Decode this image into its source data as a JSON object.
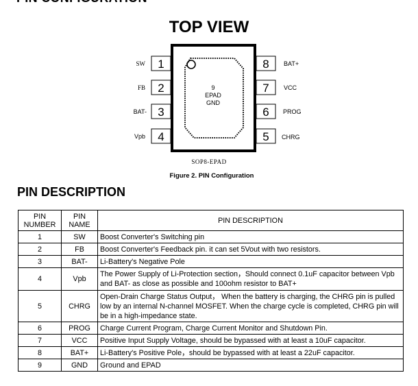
{
  "header": {
    "cut_heading": "PIN CONFIGURATION",
    "top_view": "TOP VIEW",
    "package_label": "SOP8-EPAD",
    "figure_caption": "Figure 2.  PIN Configuration",
    "pin_desc_heading": "PIN DESCRIPTION"
  },
  "package": {
    "center": {
      "line1": "9",
      "line2": "EPAD",
      "line3": "GND"
    },
    "left_pins": [
      {
        "num": "1",
        "name": "SW"
      },
      {
        "num": "2",
        "name": "FB"
      },
      {
        "num": "3",
        "name": "BAT-"
      },
      {
        "num": "4",
        "name": "Vpb"
      }
    ],
    "right_pins": [
      {
        "num": "8",
        "name": "BAT+"
      },
      {
        "num": "7",
        "name": "VCC"
      },
      {
        "num": "6",
        "name": "PROG"
      },
      {
        "num": "5",
        "name": "CHRG"
      }
    ]
  },
  "table": {
    "headers": {
      "pin_number": "PIN NUMBER",
      "pin_name": "PIN NAME",
      "description": "PIN DESCRIPTION"
    },
    "rows": [
      {
        "num": "1",
        "name": "SW",
        "desc": "Boost Converter's Switching pin"
      },
      {
        "num": "2",
        "name": "FB",
        "desc": "Boost Converter's Feedback pin. it can set  5Vout with two resistors."
      },
      {
        "num": "3",
        "name": "BAT-",
        "desc": "Li-Battery's Negative Pole"
      },
      {
        "num": "4",
        "name": "Vpb",
        "desc": "The Power Supply of Li-Protection section，Should connect 0.1uF capacitor between Vpb and BAT- as close as possible and 100ohm resistor to BAT+"
      },
      {
        "num": "5",
        "name": "CHRG",
        "desc": "Open-Drain Charge Status Output，  When the battery is charging, the CHRG pin is pulled low by an internal N-channel MOSFET. When the charge cycle is completed, CHRG pin will be in a high-impedance state."
      },
      {
        "num": "6",
        "name": "PROG",
        "desc": "Charge Current Program, Charge Current Monitor and Shutdown Pin."
      },
      {
        "num": "7",
        "name": "VCC",
        "desc": "Positive Input Supply Voltage, should be bypassed with at least a 10uF capacitor."
      },
      {
        "num": "8",
        "name": "BAT+",
        "desc": "Li-Battery's Positive Pole，should be bypassed with at least a 22uF capacitor."
      },
      {
        "num": "9",
        "name": "GND",
        "desc": "Ground and EPAD"
      }
    ]
  }
}
